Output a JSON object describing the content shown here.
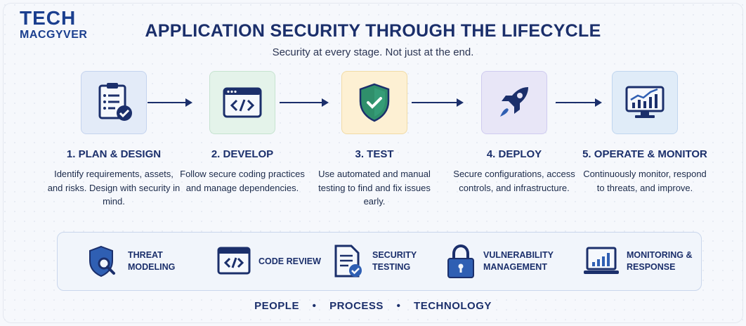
{
  "logo": {
    "line1": "TECH",
    "line2": "MACGYVER"
  },
  "title": "APPLICATION SECURITY THROUGH THE LIFECYCLE",
  "subtitle": "Security at every stage. Not just at the end.",
  "stages": [
    {
      "name": "1. PLAN & DESIGN",
      "desc": "Identify requirements, assets, and risks. Design with security in mind.",
      "icon": "checklist-icon",
      "bg": "#e3ebf8",
      "border": "#c4d3ee"
    },
    {
      "name": "2. DEVELOP",
      "desc": "Follow secure coding practices and manage dependencies.",
      "icon": "code-window-icon",
      "bg": "#e4f3ea",
      "border": "#c6e3d0"
    },
    {
      "name": "3. TEST",
      "desc": "Use automated and manual testing to find and fix issues early.",
      "icon": "shield-check-icon",
      "bg": "#fdf0d3",
      "border": "#f1dba6"
    },
    {
      "name": "4. DEPLOY",
      "desc": "Secure configurations, access controls, and infrastructure.",
      "icon": "rocket-icon",
      "bg": "#e8e6f7",
      "border": "#cfcbef"
    },
    {
      "name": "5. OPERATE & MONITOR",
      "desc": "Continuously monitor, respond to threats, and improve.",
      "icon": "monitor-chart-icon",
      "bg": "#e0ecf8",
      "border": "#c0d6ef"
    }
  ],
  "practices": [
    {
      "label": "THREAT MODELING",
      "icon": "shield-search-icon"
    },
    {
      "label": "CODE REVIEW",
      "icon": "code-review-icon"
    },
    {
      "label": "SECURITY TESTING",
      "icon": "document-check-icon"
    },
    {
      "label": "VULNERABILITY MANAGEMENT",
      "icon": "padlock-icon"
    },
    {
      "label": "MONITORING & RESPONSE",
      "icon": "laptop-chart-icon"
    }
  ],
  "footer": {
    "items": [
      "PEOPLE",
      "PROCESS",
      "TECHNOLOGY"
    ],
    "separator": "•"
  },
  "colors": {
    "navy": "#1b2f6b",
    "blue": "#2f5fb3",
    "green": "#2f8f6b",
    "accent": "#1b3f8f"
  }
}
